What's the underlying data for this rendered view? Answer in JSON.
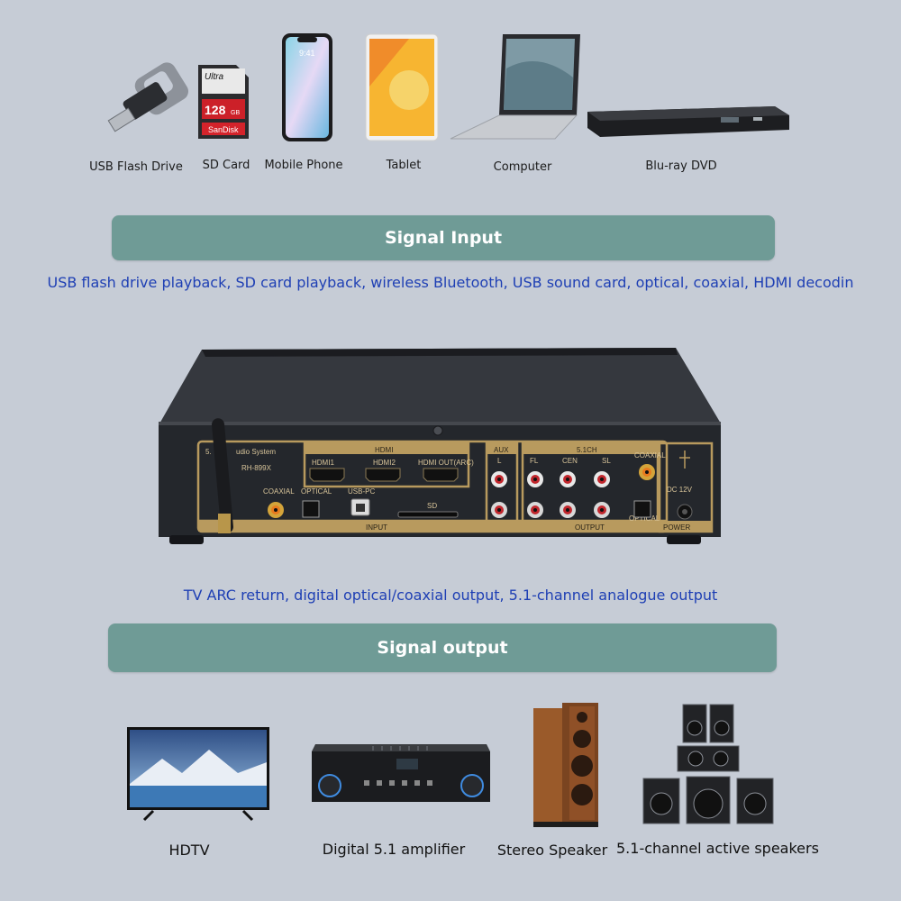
{
  "input_devices": [
    {
      "label": "USB Flash Drive",
      "icon": "usb-flash-drive-icon"
    },
    {
      "label": "SD Card",
      "icon": "sd-card-icon"
    },
    {
      "label": "Mobile Phone",
      "icon": "mobile-phone-icon"
    },
    {
      "label": "Tablet",
      "icon": "tablet-icon"
    },
    {
      "label": "Computer",
      "icon": "laptop-icon"
    },
    {
      "label": "Blu-ray DVD",
      "icon": "bluray-player-icon"
    }
  ],
  "sd_card": {
    "brand_line": "Ultra",
    "capacity": "128",
    "unit": "GB",
    "maker": "SanDisk"
  },
  "phone_clock": "9:41",
  "signal_input": {
    "title": "Signal Input",
    "description": "USB flash drive playback, SD card playback, wireless Bluetooth, USB sound card, optical, coaxial, HDMI decodin"
  },
  "device": {
    "name_part": "5.",
    "system_part": "udio System",
    "model": "RH-899X",
    "hdmi_group": "HDMI",
    "hdmi1": "HDMI1",
    "hdmi2": "HDMI2",
    "hdmi_out": "HDMI OUT(ARC)",
    "aux": "AUX",
    "aux_l": "L",
    "ch51": "5.1CH",
    "fl": "FL",
    "cen": "CEN",
    "sl": "SL",
    "coaxial_out": "COAXIAL",
    "dc": "DC 12V",
    "coaxial_in": "COAXIAL",
    "optical_in": "OPTICAL",
    "usb_pc": "USB-PC",
    "sd": "SD",
    "optical_out": "OPTICAL",
    "input": "INPUT",
    "output": "OUTPUT",
    "power": "POWER"
  },
  "signal_output": {
    "title": "Signal output",
    "description": "TV ARC return, digital optical/coaxial output, 5.1-channel analogue output"
  },
  "output_devices": [
    {
      "label": "HDTV",
      "icon": "hdtv-icon"
    },
    {
      "label": "Digital 5.1 amplifier",
      "icon": "amplifier-icon"
    },
    {
      "label": "Stereo Speaker",
      "icon": "stereo-speaker-icon"
    },
    {
      "label": "5.1-channel active speakers",
      "icon": "surround-speakers-icon"
    }
  ],
  "colors": {
    "background": "#c6ccd6",
    "banner": "#6f9b96",
    "description_text": "#1e3fb4",
    "device_body": "#2a2d33",
    "panel_gold": "#b89a5e"
  }
}
